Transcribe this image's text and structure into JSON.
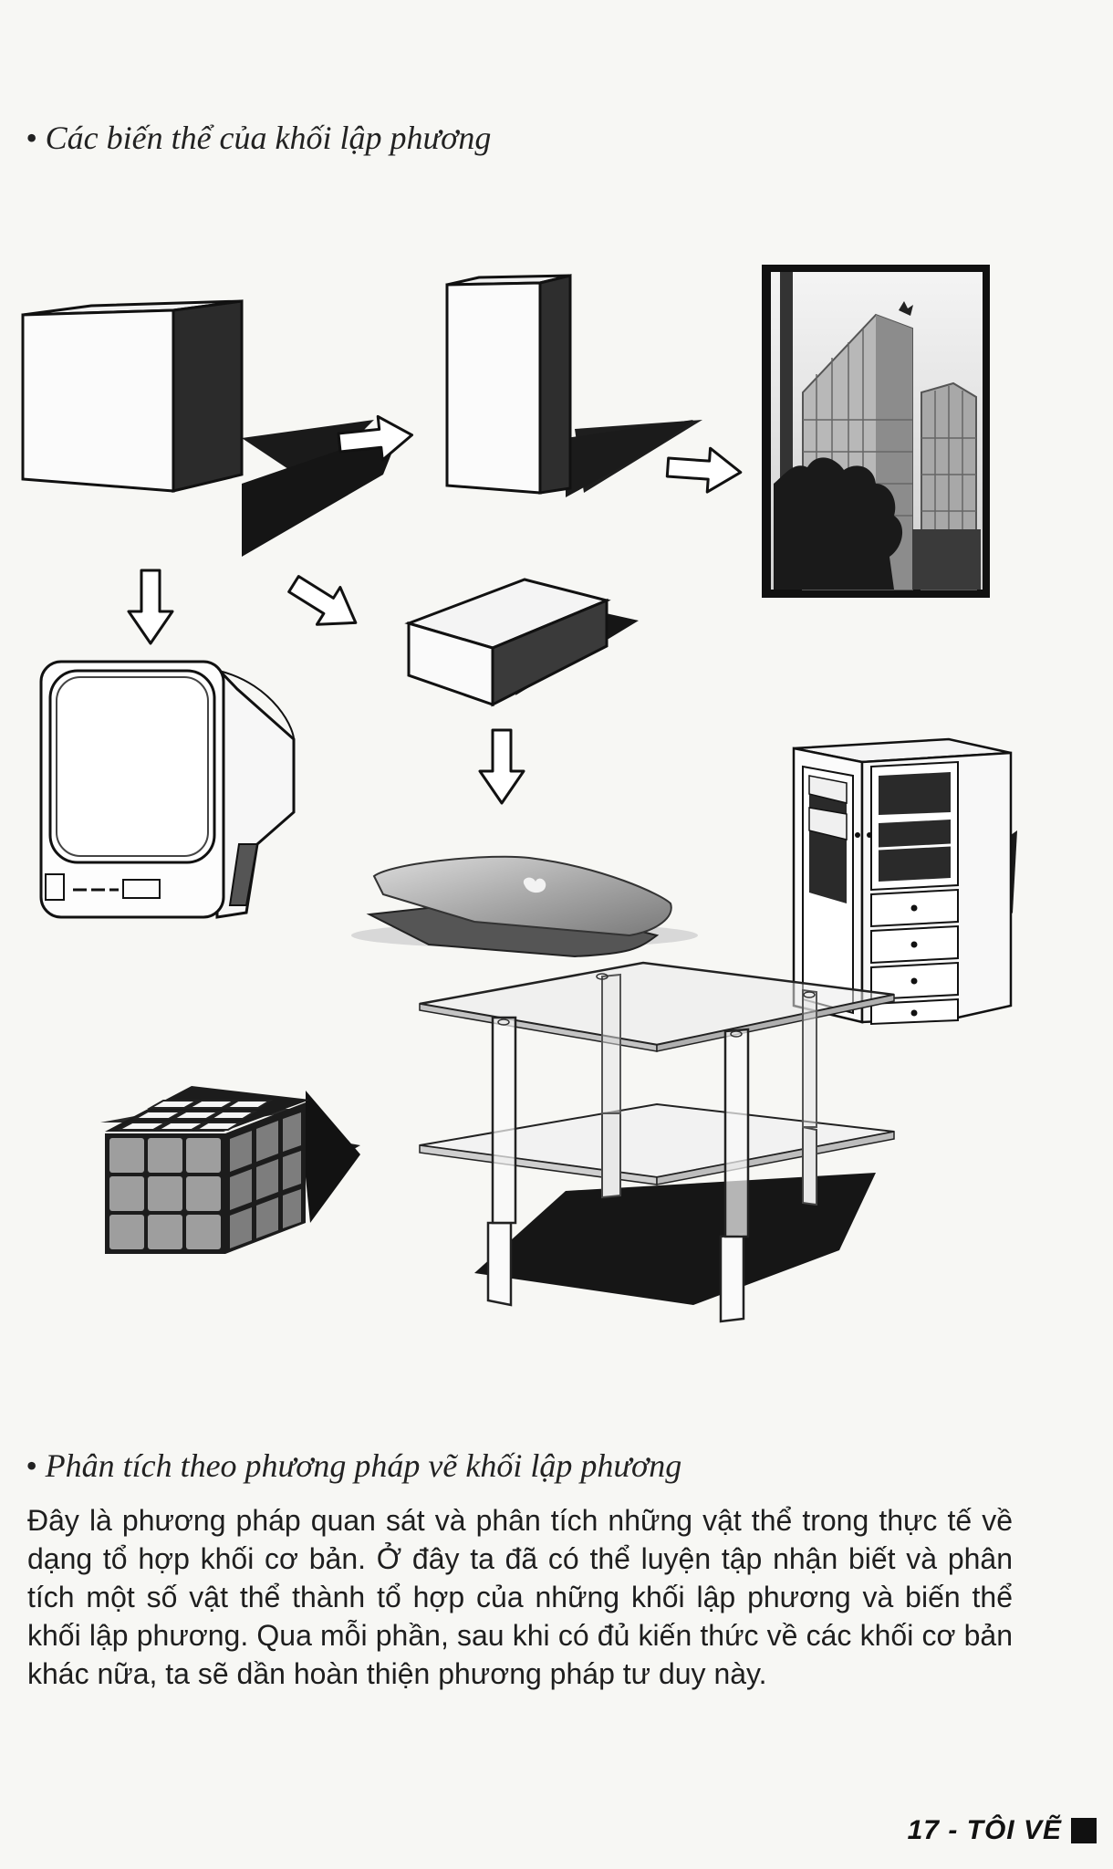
{
  "section1": {
    "heading": "• Các biến thể của khối lập phương"
  },
  "section2": {
    "heading": "• Phân tích theo phương pháp vẽ khối lập phương",
    "paragraph": "Đây là phương pháp quan sát và phân tích những vật thể trong thực tế về dạng tổ hợp khối cơ bản. Ở đây ta đã có thể luyện tập nhận biết và phân tích một số vật thể thành tổ hợp của những khối lập phương và biến thể khối lập phương. Qua mỗi phần, sau khi có đủ kiến thức về các khối cơ bản khác nữa, ta sẽ dần hoàn thiện phương pháp tư duy này."
  },
  "footer": {
    "label": "17 - TÔI VẼ"
  },
  "illustrations": {
    "icons": [
      "cube-icon",
      "tall-box-icon",
      "building-photo",
      "tv-icon",
      "flat-box-icon",
      "laptop-icon",
      "cabinet-icon",
      "rubik-cube-icon",
      "glass-table-icon",
      "arrow-right-icon",
      "arrow-down-icon",
      "arrow-diagonal-icon"
    ]
  }
}
